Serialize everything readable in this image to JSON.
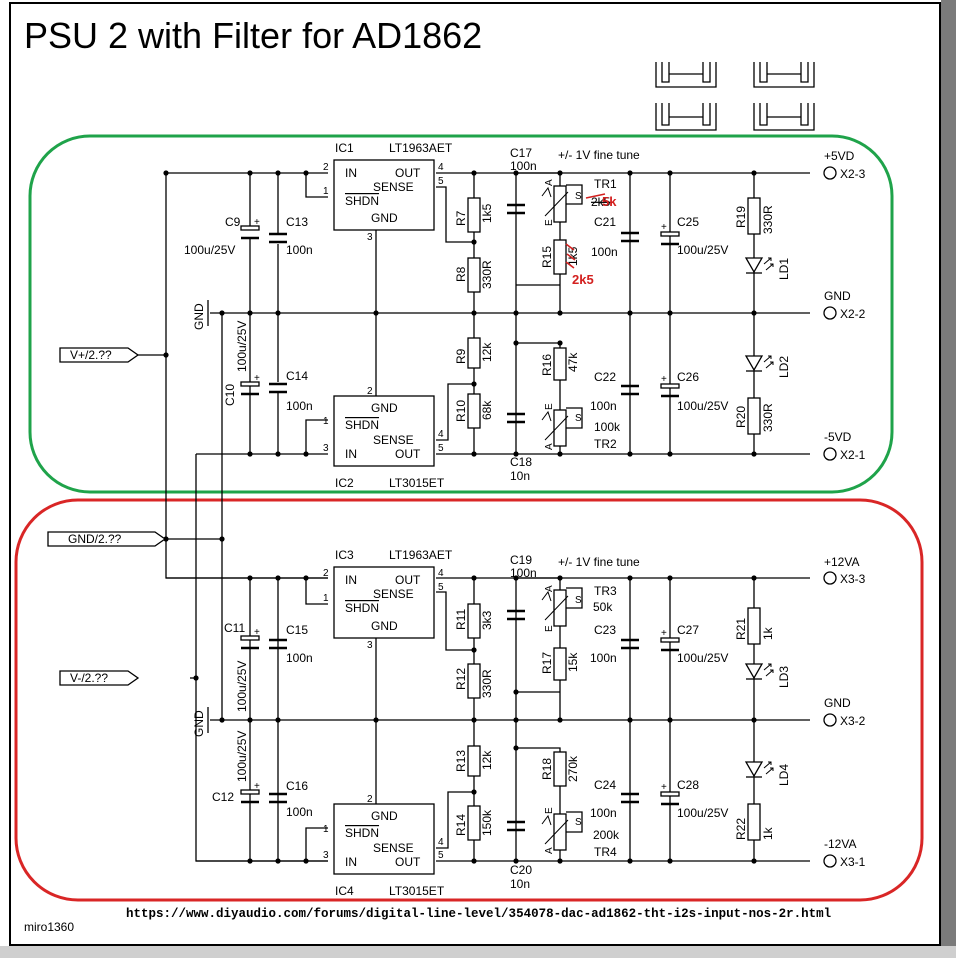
{
  "title": "PSU 2 with Filter for AD1862",
  "footer": {
    "url": "https://www.diyaudio.com/forums/digital-line-level/354078-dac-ad1862-tht-i2s-input-nos-2r.html",
    "author": "miro1360"
  },
  "colors": {
    "group_top": "#1fa34a",
    "group_bottom": "#d92626",
    "annotation": "#d3201f"
  },
  "ports": {
    "vplus": "V+/2.??",
    "gnd": "GND/2.??",
    "vminus": "V-/2.??"
  },
  "gnd_symbol": "GND",
  "pins": {
    "p1": "1",
    "p2": "2",
    "p3": "3",
    "p4": "4",
    "p5": "5"
  },
  "ic": {
    "ic1": {
      "ref": "IC1",
      "part": "LT1963AET"
    },
    "ic2": {
      "ref": "IC2",
      "part": "LT3015ET"
    },
    "ic3": {
      "ref": "IC3",
      "part": "LT1963AET"
    },
    "ic4": {
      "ref": "IC4",
      "part": "LT3015ET"
    },
    "pin_in": "IN",
    "pin_out": "OUT",
    "pin_sense": "SENSE",
    "pin_shdn": "SHDN",
    "pin_gnd": "GND"
  },
  "caps": {
    "c9": {
      "ref": "C9",
      "value": "100u/25V"
    },
    "c10": {
      "ref": "C10",
      "value": "100u/25V"
    },
    "c11": {
      "ref": "C11",
      "value": "100u/25V"
    },
    "c12": {
      "ref": "C12",
      "value": "100u/25V"
    },
    "c13": {
      "ref": "C13",
      "value": "100n"
    },
    "c14": {
      "ref": "C14",
      "value": "100n"
    },
    "c15": {
      "ref": "C15",
      "value": "100n"
    },
    "c16": {
      "ref": "C16",
      "value": "100n"
    },
    "c17": {
      "ref": "C17",
      "value": "100n"
    },
    "c18": {
      "ref": "C18",
      "value": "10n"
    },
    "c19": {
      "ref": "C19",
      "value": "100n"
    },
    "c20": {
      "ref": "C20",
      "value": "10n"
    },
    "c21": {
      "ref": "C21",
      "value": "100n"
    },
    "c22": {
      "ref": "C22",
      "value": "100n"
    },
    "c23": {
      "ref": "C23",
      "value": "100n"
    },
    "c24": {
      "ref": "C24",
      "value": "100n"
    },
    "c25": {
      "ref": "C25",
      "value": "100u/25V"
    },
    "c26": {
      "ref": "C26",
      "value": "100u/25V"
    },
    "c27": {
      "ref": "C27",
      "value": "100u/25V"
    },
    "c28": {
      "ref": "C28",
      "value": "100u/25V"
    }
  },
  "resistors": {
    "r7": {
      "ref": "R7",
      "value": "1k5"
    },
    "r8": {
      "ref": "R8",
      "value": "330R"
    },
    "r9": {
      "ref": "R9",
      "value": "12k"
    },
    "r10": {
      "ref": "R10",
      "value": "68k"
    },
    "r11": {
      "ref": "R11",
      "value": "3k3"
    },
    "r12": {
      "ref": "R12",
      "value": "330R"
    },
    "r13": {
      "ref": "R13",
      "value": "12k"
    },
    "r14": {
      "ref": "R14",
      "value": "150k"
    },
    "r15": {
      "ref": "R15",
      "value": "1k5"
    },
    "r16": {
      "ref": "R16",
      "value": "47k"
    },
    "r17": {
      "ref": "R17",
      "value": "15k"
    },
    "r18": {
      "ref": "R18",
      "value": "270k"
    },
    "r19": {
      "ref": "R19",
      "value": "330R"
    },
    "r20": {
      "ref": "R20",
      "value": "330R"
    },
    "r21": {
      "ref": "R21",
      "value": "1k"
    },
    "r22": {
      "ref": "R22",
      "value": "1k"
    }
  },
  "trimmers": {
    "tr1": {
      "ref": "TR1",
      "value": "2k5",
      "new_value": "5k"
    },
    "tr2": {
      "ref": "TR2",
      "value": "100k"
    },
    "tr3": {
      "ref": "TR3",
      "value": "50k"
    },
    "tr4": {
      "ref": "TR4",
      "value": "200k"
    },
    "pin_a": "A",
    "pin_e": "E",
    "pin_s": "S"
  },
  "r15_replacement": "2k5",
  "leds": {
    "ld1": "LD1",
    "ld2": "LD2",
    "ld3": "LD3",
    "ld4": "LD4"
  },
  "fine_tune_label": "+/- 1V fine tune",
  "rails": {
    "x2_3": {
      "net": "+5VD",
      "conn": "X2-3"
    },
    "x2_2": {
      "net": "GND",
      "conn": "X2-2"
    },
    "x2_1": {
      "net": "-5VD",
      "conn": "X2-1"
    },
    "x3_3": {
      "net": "+12VA",
      "conn": "X3-3"
    },
    "x3_2": {
      "net": "GND",
      "conn": "X3-2"
    },
    "x3_1": {
      "net": "-12VA",
      "conn": "X3-1"
    }
  }
}
